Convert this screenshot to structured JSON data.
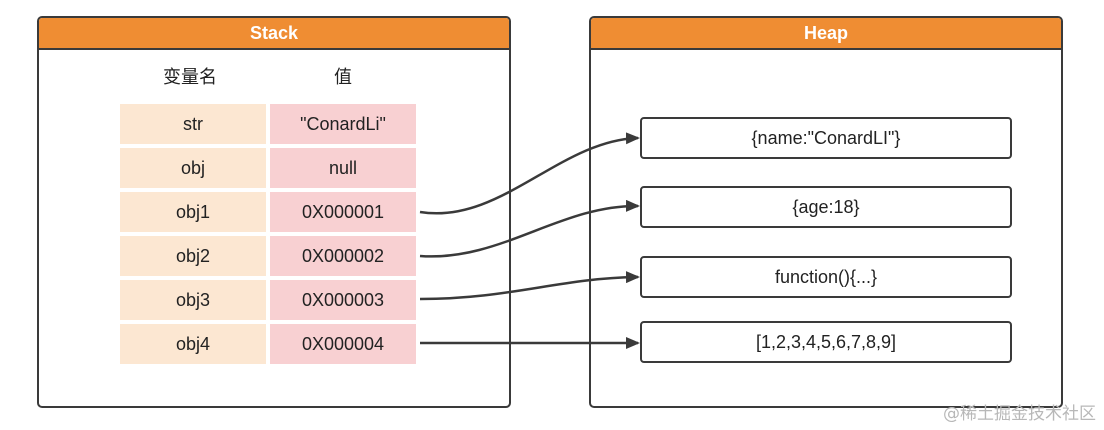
{
  "stack": {
    "title": "Stack",
    "col_name_label": "变量名",
    "col_value_label": "值",
    "rows": [
      {
        "name": "str",
        "value": "\"ConardLi\""
      },
      {
        "name": "obj",
        "value": "null"
      },
      {
        "name": "obj1",
        "value": "0X000001"
      },
      {
        "name": "obj2",
        "value": "0X000002"
      },
      {
        "name": "obj3",
        "value": "0X000003"
      },
      {
        "name": "obj4",
        "value": "0X000004"
      }
    ]
  },
  "heap": {
    "title": "Heap",
    "objects": [
      {
        "label": "{name:\"ConardLI\"}"
      },
      {
        "label": "{age:18}"
      },
      {
        "label": "function(){...}"
      },
      {
        "label": "[1,2,3,4,5,6,7,8,9]"
      }
    ]
  },
  "watermark": "@稀土掘金技术社区",
  "colors": {
    "header": "#ef8d33",
    "name_cell": "#fce7d2",
    "value_cell": "#f8d0d2",
    "border": "#3a3a3a"
  }
}
